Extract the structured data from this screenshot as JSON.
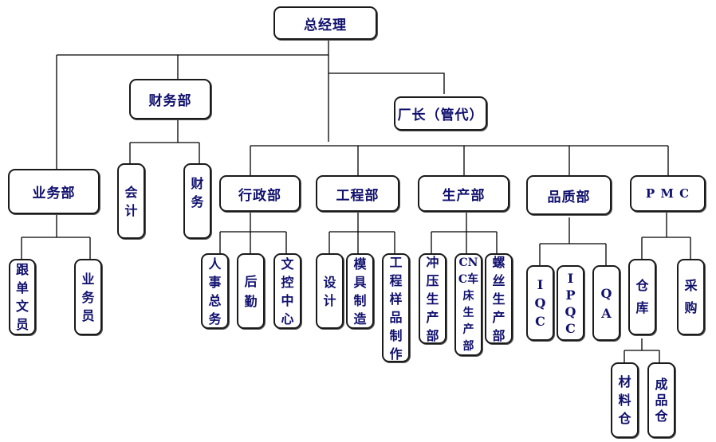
{
  "chart_title": "",
  "nodes": {
    "gm": "总经理",
    "finance_dept": "财务部",
    "factory_manager": "厂长（管代）",
    "sales_dept": "业务部",
    "accounting": "会计",
    "finance": "财务",
    "admin_dept": "行政部",
    "engineering_dept": "工程部",
    "production_dept": "生产部",
    "quality_dept": "品质部",
    "pmc": "P M C",
    "follow_clerk": "跟单文员",
    "salesperson": "业务员",
    "hr_general": "人事总务",
    "logistics": "后　勤",
    "doc_control": "文控中心",
    "design": "设计",
    "mold_making": "模具制造",
    "eng_sample": "工程样品制作",
    "stamping": "冲压生产部",
    "cnc_lathe": "CNC车床生产部",
    "screw": "螺丝生产部",
    "iqc": "IQC",
    "ipqc": "IPQC",
    "qa": "Q　A",
    "warehouse": "仓　库",
    "purchasing": "采　购",
    "raw_material": "材料仓",
    "finished_goods": "成品仓"
  },
  "colors": {
    "text": "#10106e",
    "border": "#1a1a1a",
    "line": "#000000"
  }
}
